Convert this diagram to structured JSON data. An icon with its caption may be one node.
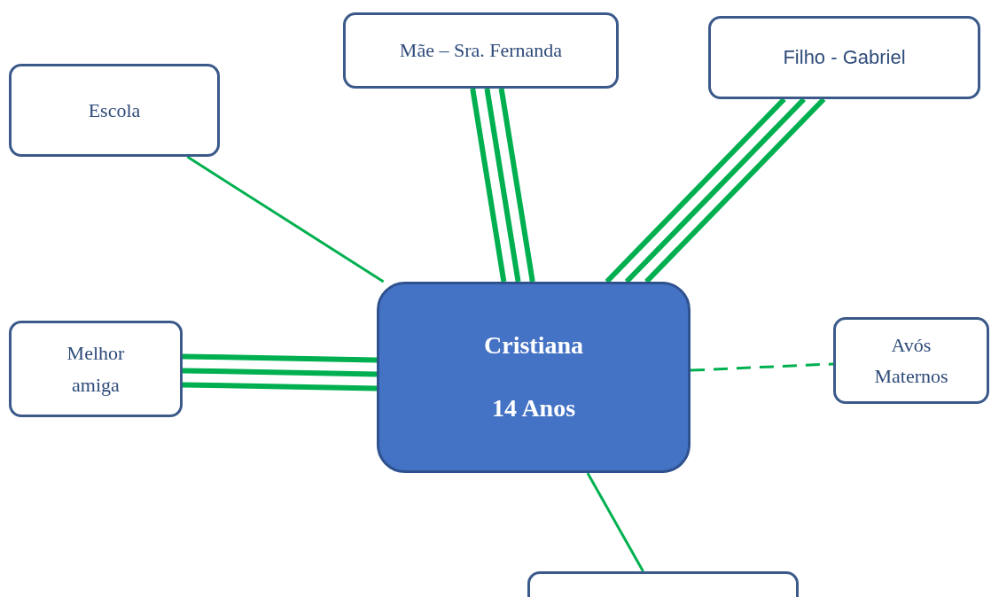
{
  "diagram": {
    "nodes": [
      {
        "text": [
          "Cristiana",
          "14 Anos"
        ]
      },
      {
        "text": [
          "Escola"
        ]
      },
      {
        "text": [
          "Mãe – Sra. Fernanda"
        ]
      },
      {
        "text": [
          "Filho - Gabriel"
        ]
      },
      {
        "text": [
          "Melhor amiga"
        ]
      },
      {
        "text": [
          "Avós Maternos"
        ]
      },
      {
        "text": [],
        "shape": "box"
      }
    ],
    "edges": [
      {
        "from": 0,
        "to": 1,
        "arrow": "none"
      },
      {
        "from": 0,
        "to": 2,
        "arrow": "none",
        "style": "thick"
      },
      {
        "from": 0,
        "to": 3,
        "arrow": "none",
        "style": "thick"
      },
      {
        "from": 0,
        "to": 4,
        "arrow": "none",
        "style": "thick"
      },
      {
        "from": 0,
        "to": 5,
        "arrow": "none",
        "style": "dashed"
      },
      {
        "from": 0,
        "to": 6,
        "arrow": "none"
      }
    ]
  }
}
